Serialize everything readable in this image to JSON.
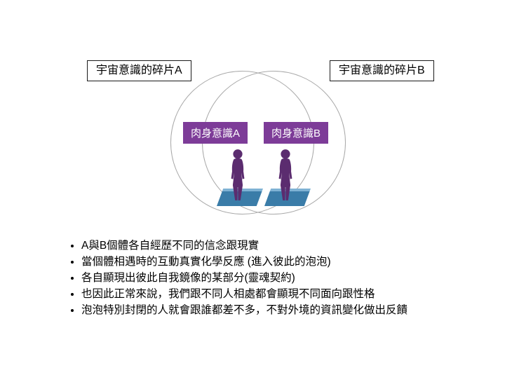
{
  "diagram": {
    "fragment_label_a": "宇宙意識的碎片A",
    "fragment_label_b": "宇宙意識的碎片B",
    "body_label_a": "肉身意識A",
    "body_label_b": "肉身意識B",
    "colors": {
      "inner_label_bg": "#7d3c98",
      "figure_silhouette": "#5b2c6f",
      "platform_blue": "#3a7ca8",
      "platform_highlight": "#7fb2d4",
      "circle_border": "#a9a9a9",
      "text": "#000000"
    }
  },
  "bullets": [
    "A與B個體各自經歷不同的信念跟現實",
    "當個體相遇時的互動真實化學反應 (進入彼此的泡泡)",
    "各自顯現出彼此自我鏡像的某部分(靈魂契約)",
    "也因此正常來說，我們跟不同人相處都會顯現不同面向跟性格",
    "泡泡特別封閉的人就會跟誰都差不多，不對外境的資訊變化做出反饋"
  ]
}
